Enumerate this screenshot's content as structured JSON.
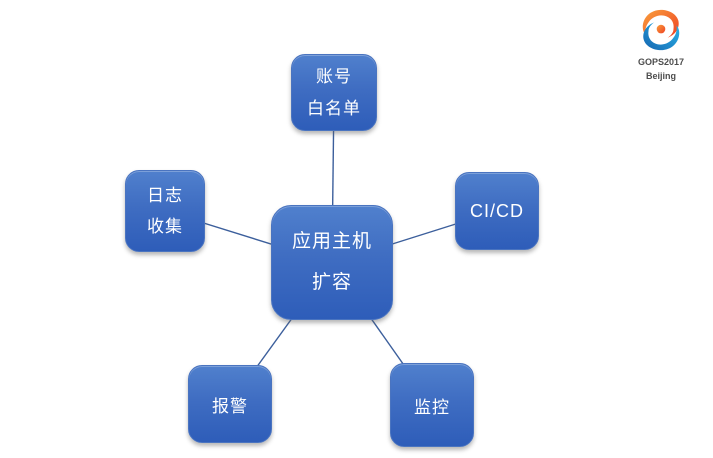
{
  "diagram": {
    "center": {
      "id": "app-host-scaling",
      "label": "应用主机\n扩容"
    },
    "nodes": [
      {
        "id": "account-whitelist",
        "label": "账号\n白名单",
        "position": "top"
      },
      {
        "id": "log-collection",
        "label": "日志\n收集",
        "position": "left"
      },
      {
        "id": "ci-cd",
        "label": "CI/CD",
        "position": "right"
      },
      {
        "id": "alarm",
        "label": "报警",
        "position": "bottom-left"
      },
      {
        "id": "monitoring",
        "label": "监控",
        "position": "bottom-right"
      }
    ],
    "edges": [
      [
        "app-host-scaling",
        "account-whitelist"
      ],
      [
        "app-host-scaling",
        "log-collection"
      ],
      [
        "app-host-scaling",
        "ci-cd"
      ],
      [
        "app-host-scaling",
        "alarm"
      ],
      [
        "app-host-scaling",
        "monitoring"
      ]
    ],
    "colors": {
      "node_gradient_top": "#5080cd",
      "node_gradient_bottom": "#2e5db9",
      "edge_line": "#3c5f9c",
      "node_text": "#ffffff"
    }
  },
  "logo": {
    "line1": "GOPS2017",
    "line2": "Beijing",
    "colors": {
      "orange": "#f7941d",
      "red": "#ee4023",
      "light_blue": "#2bb6ea",
      "dark_blue": "#1565b0",
      "text": "#4d4d4d"
    }
  }
}
